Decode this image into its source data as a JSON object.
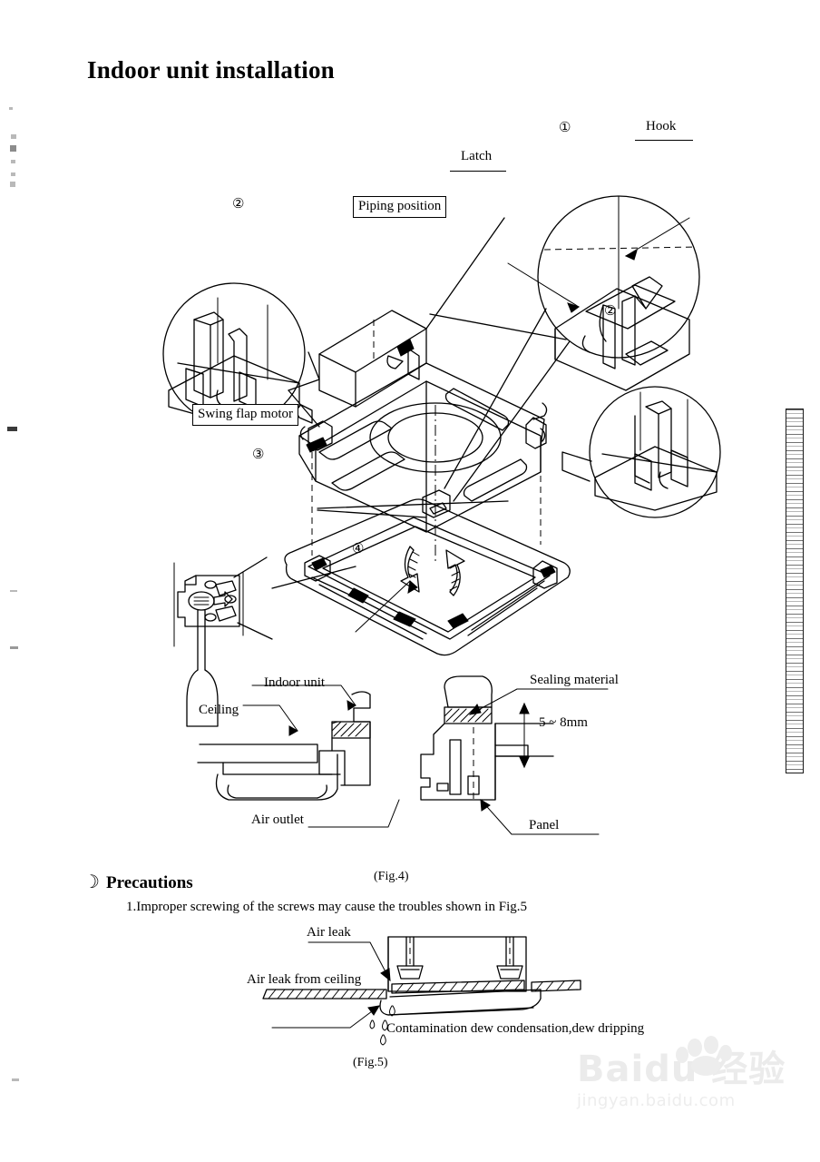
{
  "document": {
    "title": "Indoor unit installation",
    "watermark": {
      "main": "Baidu 经验",
      "sub": "jingyan.baidu.com"
    }
  },
  "figure_main": {
    "labels": {
      "hook": "Hook",
      "latch": "Latch",
      "piping_position": "Piping position",
      "swing_flap_motor": "Swing flap motor"
    },
    "markers": {
      "one": "①",
      "two_left": "②",
      "two_right": "②",
      "three": "③",
      "four": "④"
    }
  },
  "figure_4": {
    "caption": "(Fig.4)",
    "left_section": {
      "indoor_unit": "Indoor unit",
      "ceiling": "Ceiling",
      "air_outlet": "Air outlet"
    },
    "right_section": {
      "sealing_material": "Sealing material",
      "dimension": "5 ~ 8mm",
      "panel": "Panel"
    }
  },
  "precautions": {
    "heading": "Precautions",
    "bullet": "☽",
    "items": [
      "1.Improper screwing of the screws may cause the troubles shown in Fig.5"
    ]
  },
  "figure_5": {
    "caption": "(Fig.5)",
    "labels": {
      "air_leak": "Air leak",
      "air_leak_from_ceiling": "Air leak from ceiling",
      "contamination": "Contamination dew condensation,dew dripping"
    }
  }
}
